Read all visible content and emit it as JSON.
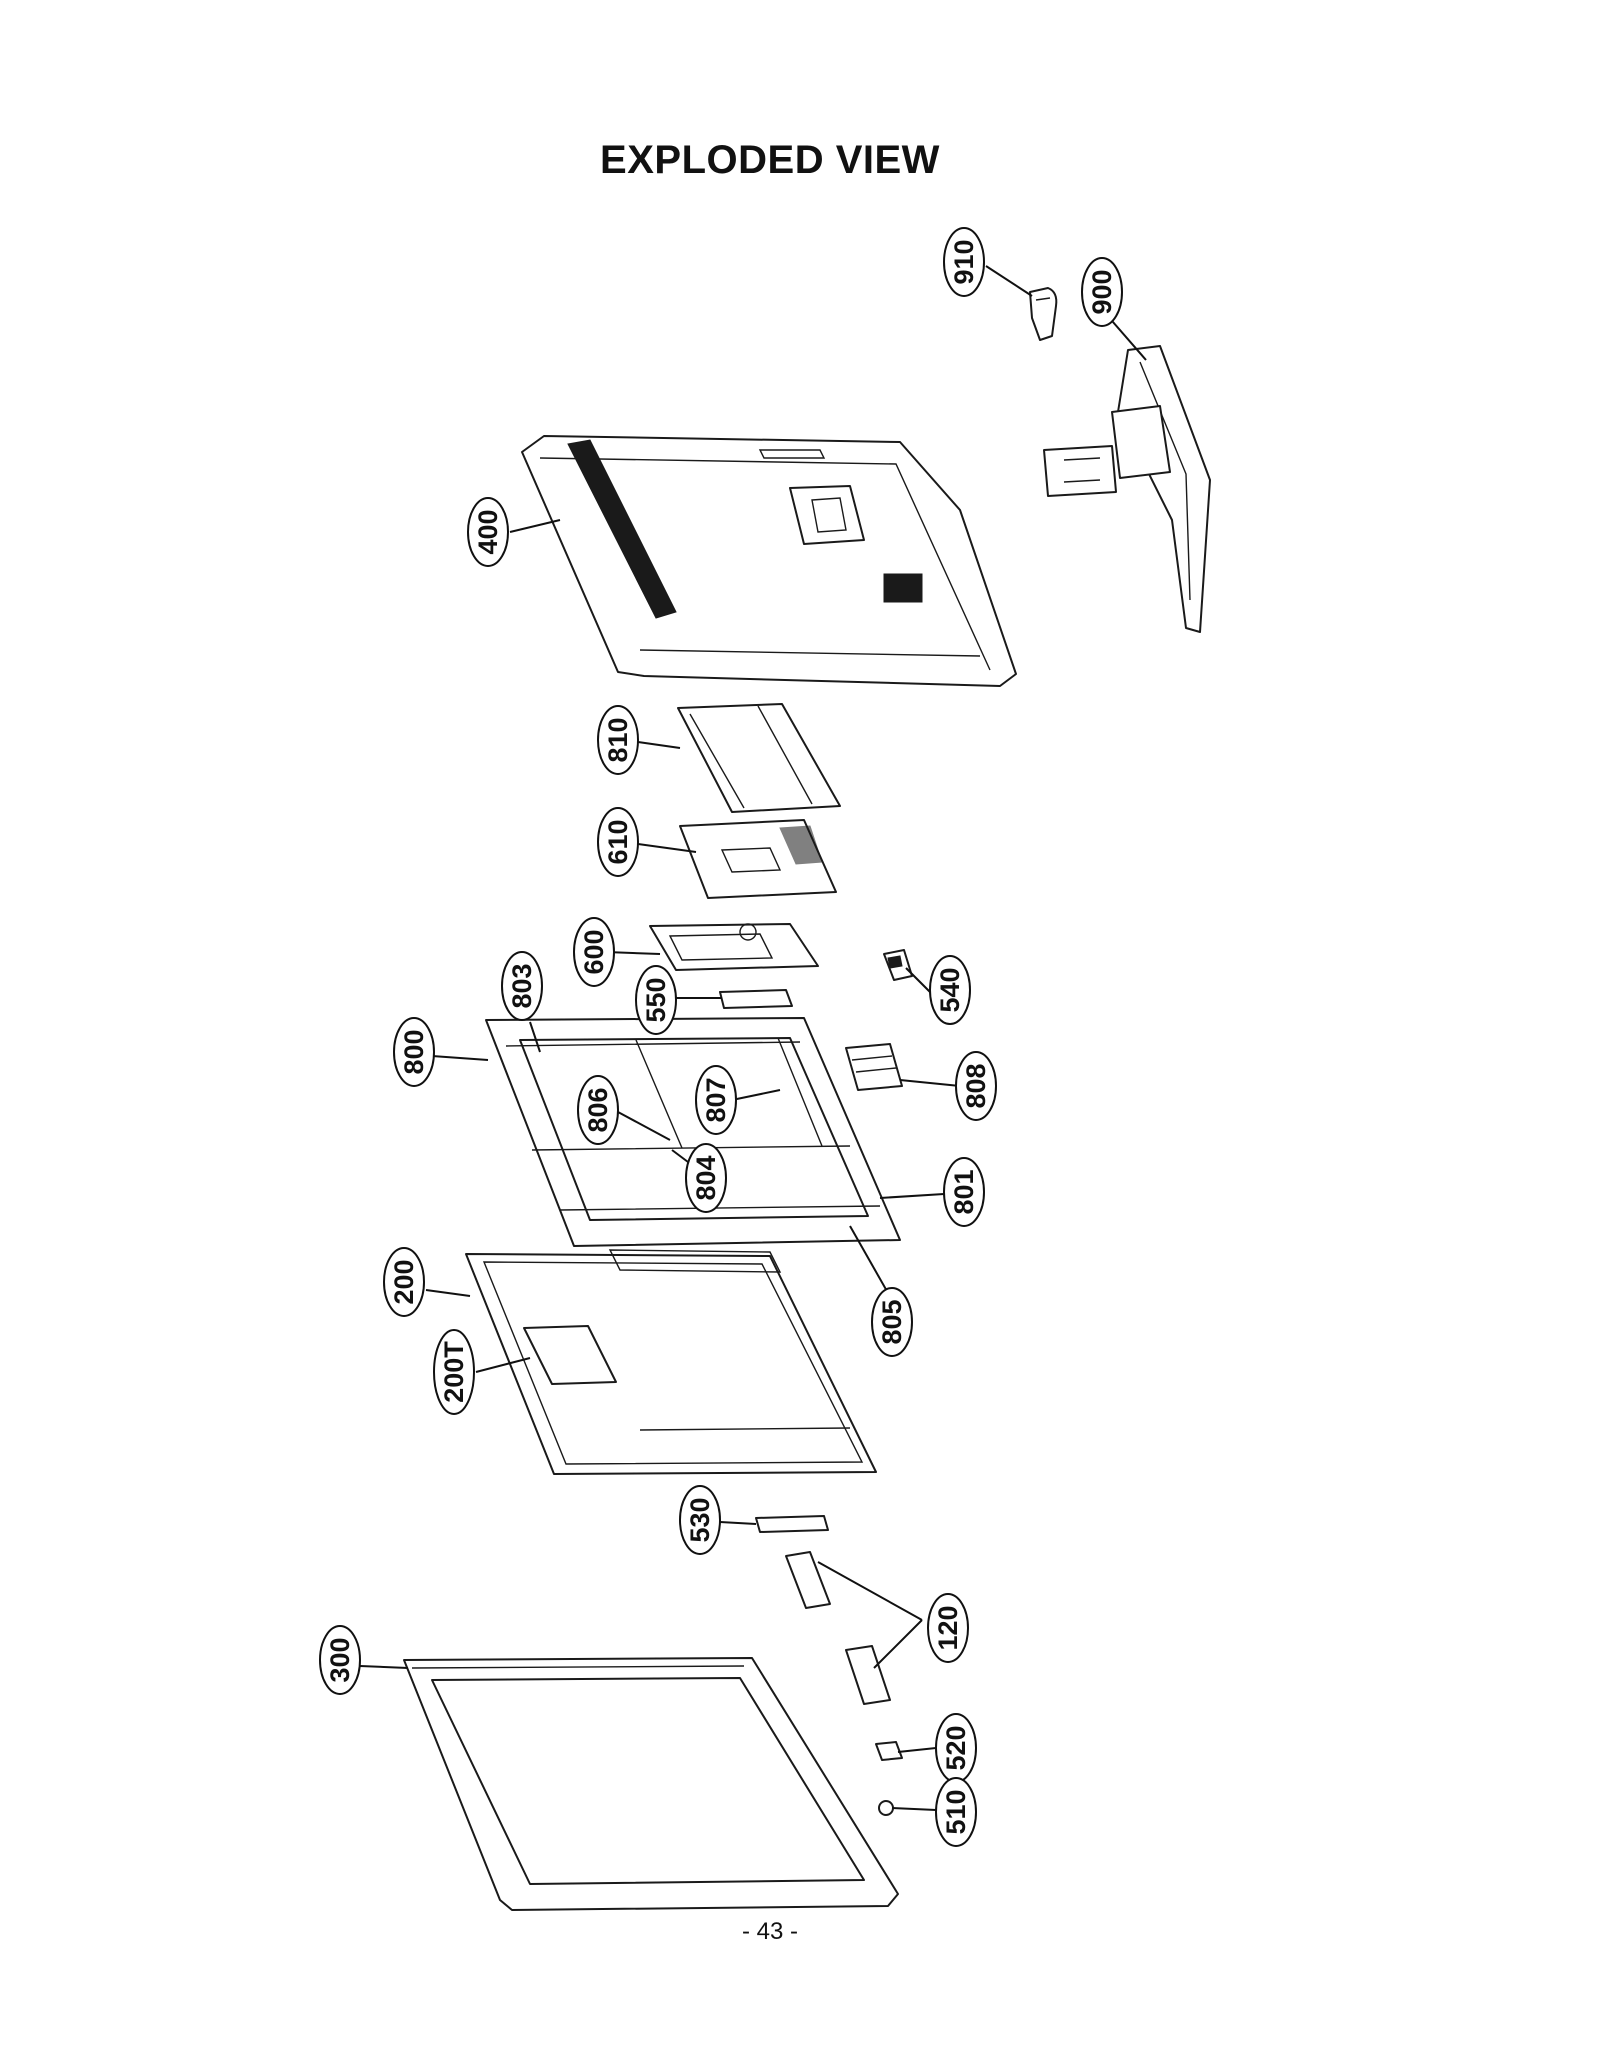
{
  "title": "EXPLODED VIEW",
  "page_number": "- 43 -",
  "callouts": {
    "c910": "910",
    "c900": "900",
    "c400": "400",
    "c810": "810",
    "c610": "610",
    "c600": "600",
    "c803": "803",
    "c550": "550",
    "c540": "540",
    "c800": "800",
    "c806": "806",
    "c807": "807",
    "c808": "808",
    "c804": "804",
    "c801": "801",
    "c200": "200",
    "c200T": "200T",
    "c805": "805",
    "c530": "530",
    "c120": "120",
    "c300": "300",
    "c520": "520",
    "c510": "510"
  }
}
